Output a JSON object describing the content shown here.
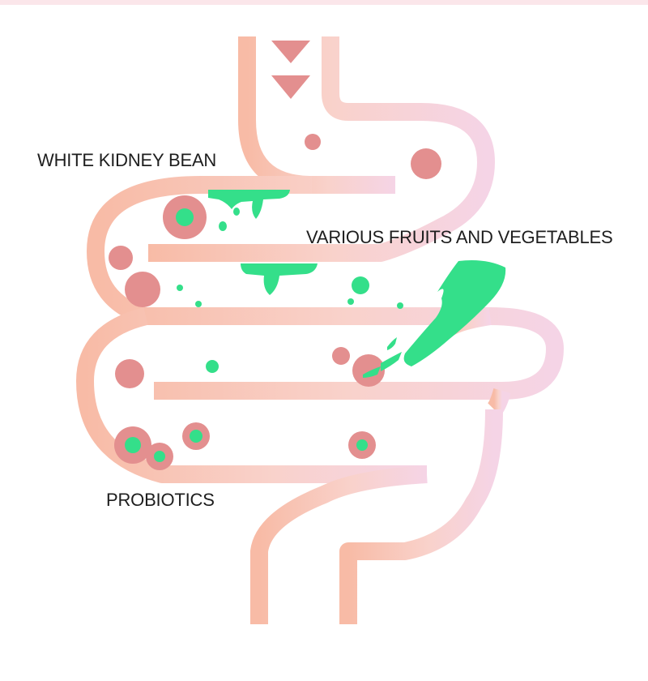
{
  "labels": {
    "white_kidney_bean": "WHITE KIDNEY BEAN",
    "fruits_vegetables": "VARIOUS FRUITS AND VEGETABLES",
    "probiotics": "PROBIOTICS"
  },
  "colors": {
    "intestine_left": "#f9c3ad",
    "intestine_right": "#f6d2e4",
    "particle": "#e38f8f",
    "particle_ring": "#e9a0a0",
    "fiber_green": "#34df8a",
    "text": "#1e1e1e"
  }
}
